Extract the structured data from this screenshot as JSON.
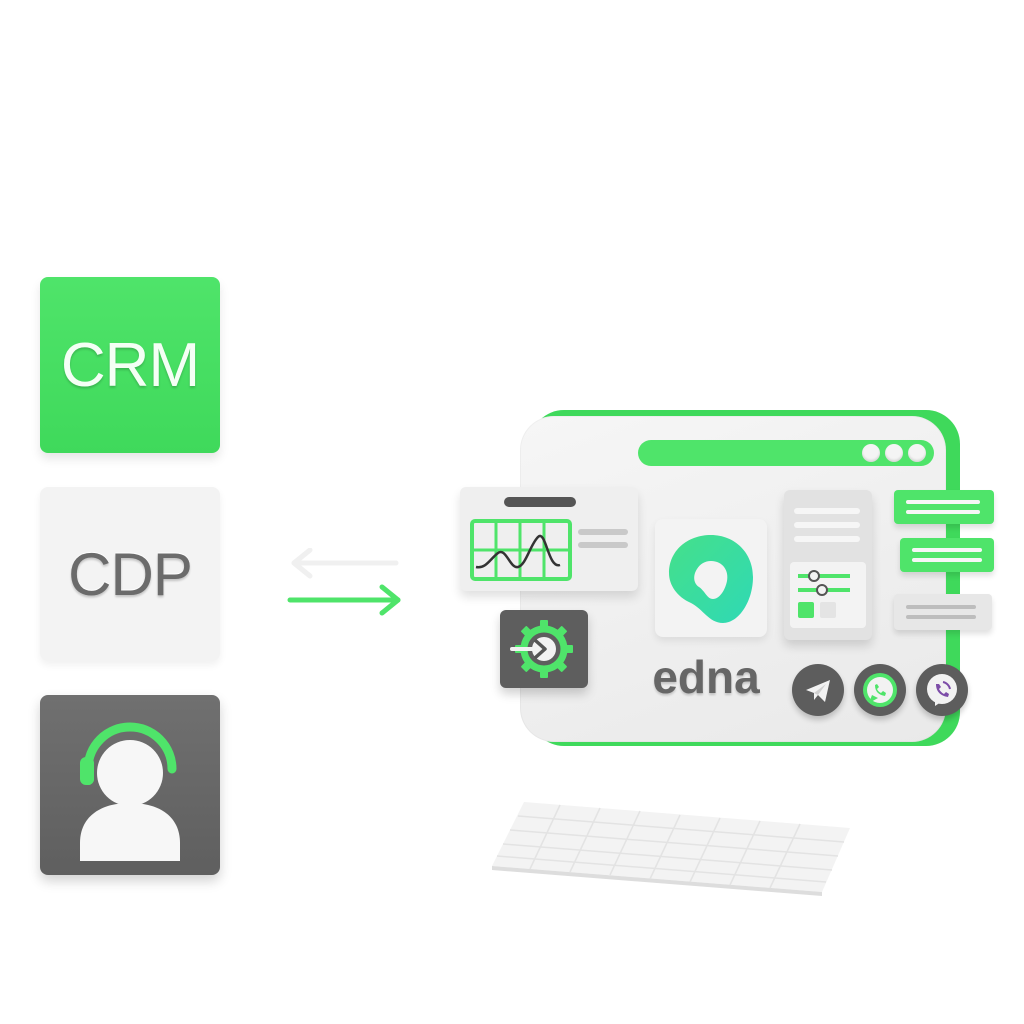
{
  "tiles": {
    "crm_label": "CRM",
    "cdp_label": "CDP"
  },
  "brand": {
    "name": "edna"
  },
  "colors": {
    "brand_green": "#4fe46a",
    "dark_grey": "#5e5e5e",
    "light_grey": "#f3f3f3",
    "text_grey": "#666666",
    "viber_purple": "#7d4da8"
  },
  "icons": [
    "operator-headset-icon",
    "sync-arrows-icon",
    "chart-icon",
    "gear-enter-icon",
    "edna-logo-icon",
    "document-icon",
    "telegram-icon",
    "whatsapp-icon",
    "viber-icon",
    "keyboard-icon"
  ]
}
